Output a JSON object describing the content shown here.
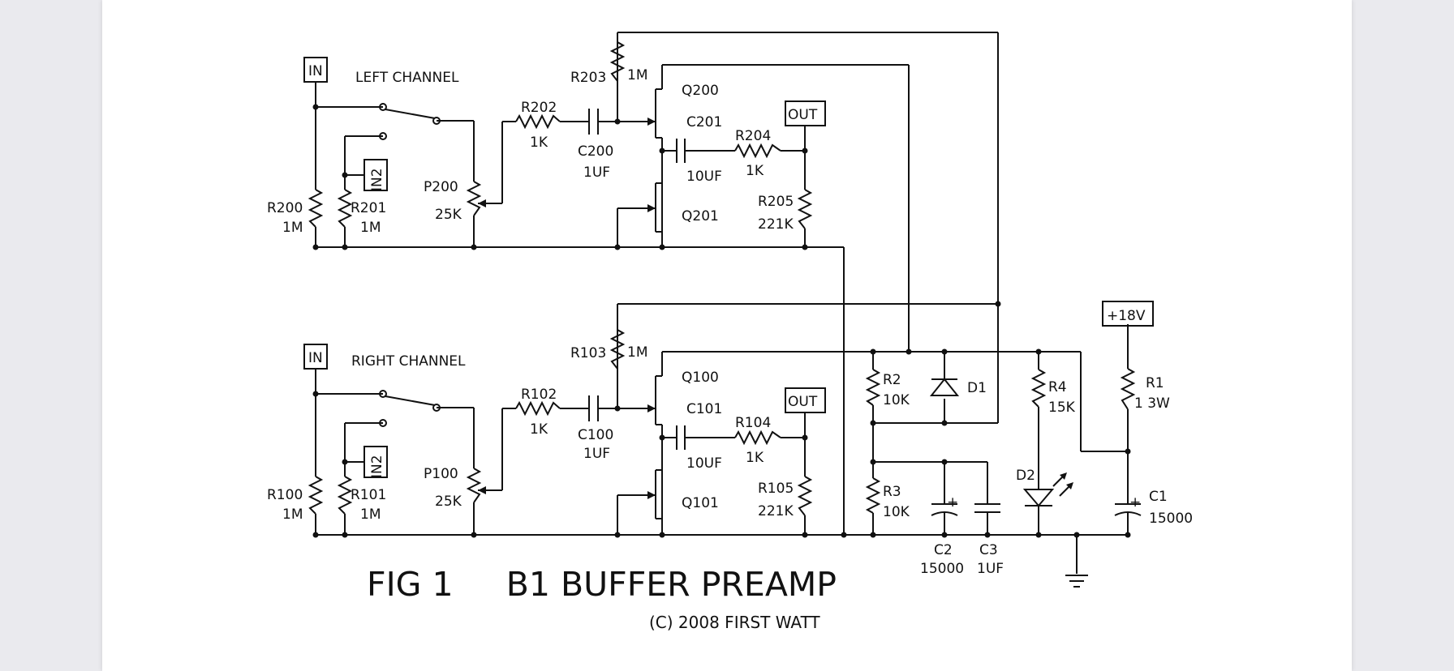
{
  "title": "FIG 1     B1 BUFFER PREAMP",
  "copyright": "(C) 2008 FIRST WATT",
  "colors": {
    "ink": "#111111",
    "paper": "#ffffff",
    "margin": "#eaeaee"
  },
  "left": {
    "channel": "LEFT CHANNEL",
    "in": "IN",
    "in2": "IN2",
    "out": "OUT",
    "r200": "R200",
    "r200v": "1M",
    "r201": "R201",
    "r201v": "1M",
    "p200": "P200",
    "p200v": "25K",
    "r202": "R202",
    "r202v": "1K",
    "c200": "C200",
    "c200v": "1UF",
    "r203": "R203",
    "r203v": "1M",
    "q200": "Q200",
    "q201": "Q201",
    "c201": "C201",
    "c201v": "10UF",
    "r204": "R204",
    "r204v": "1K",
    "r205": "R205",
    "r205v": "221K"
  },
  "right": {
    "channel": "RIGHT CHANNEL",
    "in": "IN",
    "in2": "IN2",
    "out": "OUT",
    "r100": "R100",
    "r100v": "1M",
    "r101": "R101",
    "r101v": "1M",
    "p100": "P100",
    "p100v": "25K",
    "r102": "R102",
    "r102v": "1K",
    "c100": "C100",
    "c100v": "1UF",
    "r103": "R103",
    "r103v": "1M",
    "q100": "Q100",
    "q101": "Q101",
    "c101": "C101",
    "c101v": "10UF",
    "r104": "R104",
    "r104v": "1K",
    "r105": "R105",
    "r105v": "221K"
  },
  "supply": {
    "v18": "+18V",
    "r1": "R1",
    "r1v": "1 3W",
    "r2": "R2",
    "r2v": "10K",
    "r3": "R3",
    "r3v": "10K",
    "r4": "R4",
    "r4v": "15K",
    "d1": "D1",
    "d2": "D2",
    "c1": "C1",
    "c1v": "15000",
    "c2": "C2",
    "c2v": "15000",
    "c3": "C3",
    "c3v": "1UF",
    "plus": "+"
  }
}
